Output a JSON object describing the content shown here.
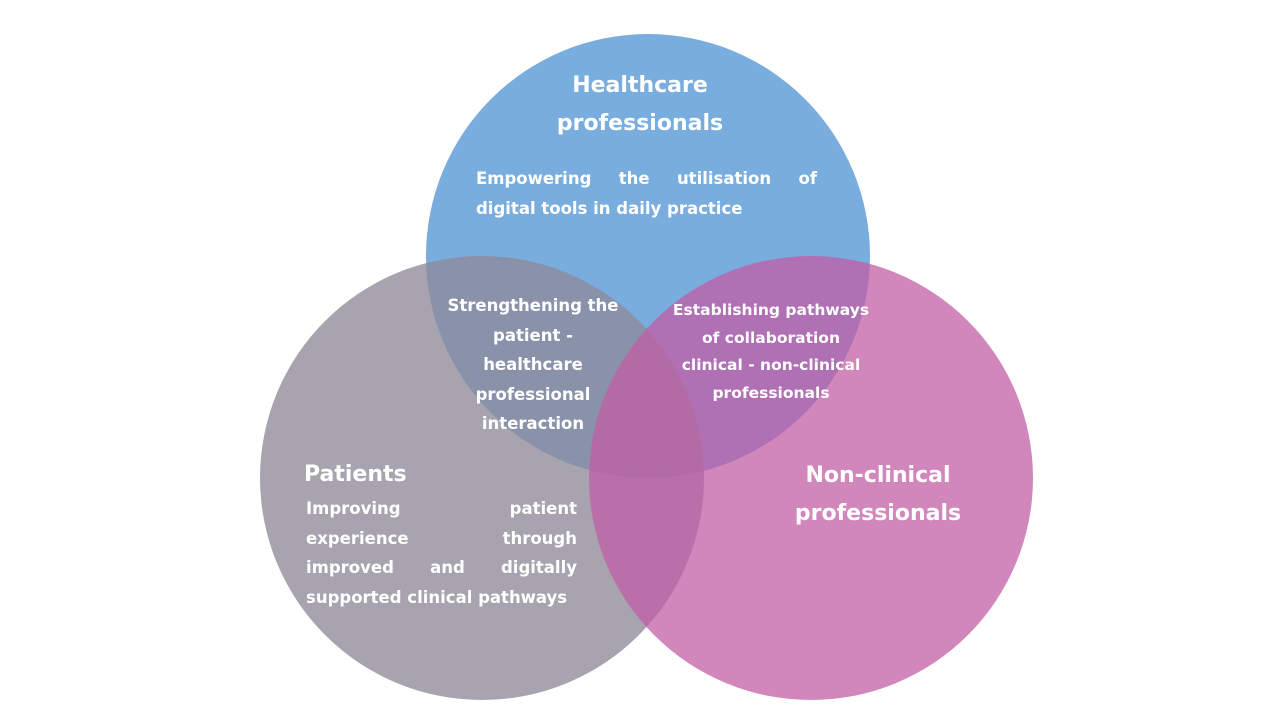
{
  "colors": {
    "background": "#ffffff",
    "healthcare": "#5b9bd5",
    "patients": "#8e8a9a",
    "non_clinical": "#c15ea5",
    "text": "#ffffff"
  },
  "healthcare": {
    "title_line1": "Healthcare",
    "title_line2": "professionals",
    "description": "Empowering the utilisation of digital tools in daily practice"
  },
  "patients": {
    "title": "Patients",
    "description": "Improving patient experience through improved and digitally supported clinical pathways"
  },
  "non_clinical": {
    "title_line1": "Non-clinical",
    "title_line2": "professionals"
  },
  "overlaps": {
    "patient_healthcare": "Strengthening the patient - healthcare professional interaction",
    "healthcare_nonclinical": "Establishing pathways of collaboration clinical - non-clinical professionals"
  }
}
